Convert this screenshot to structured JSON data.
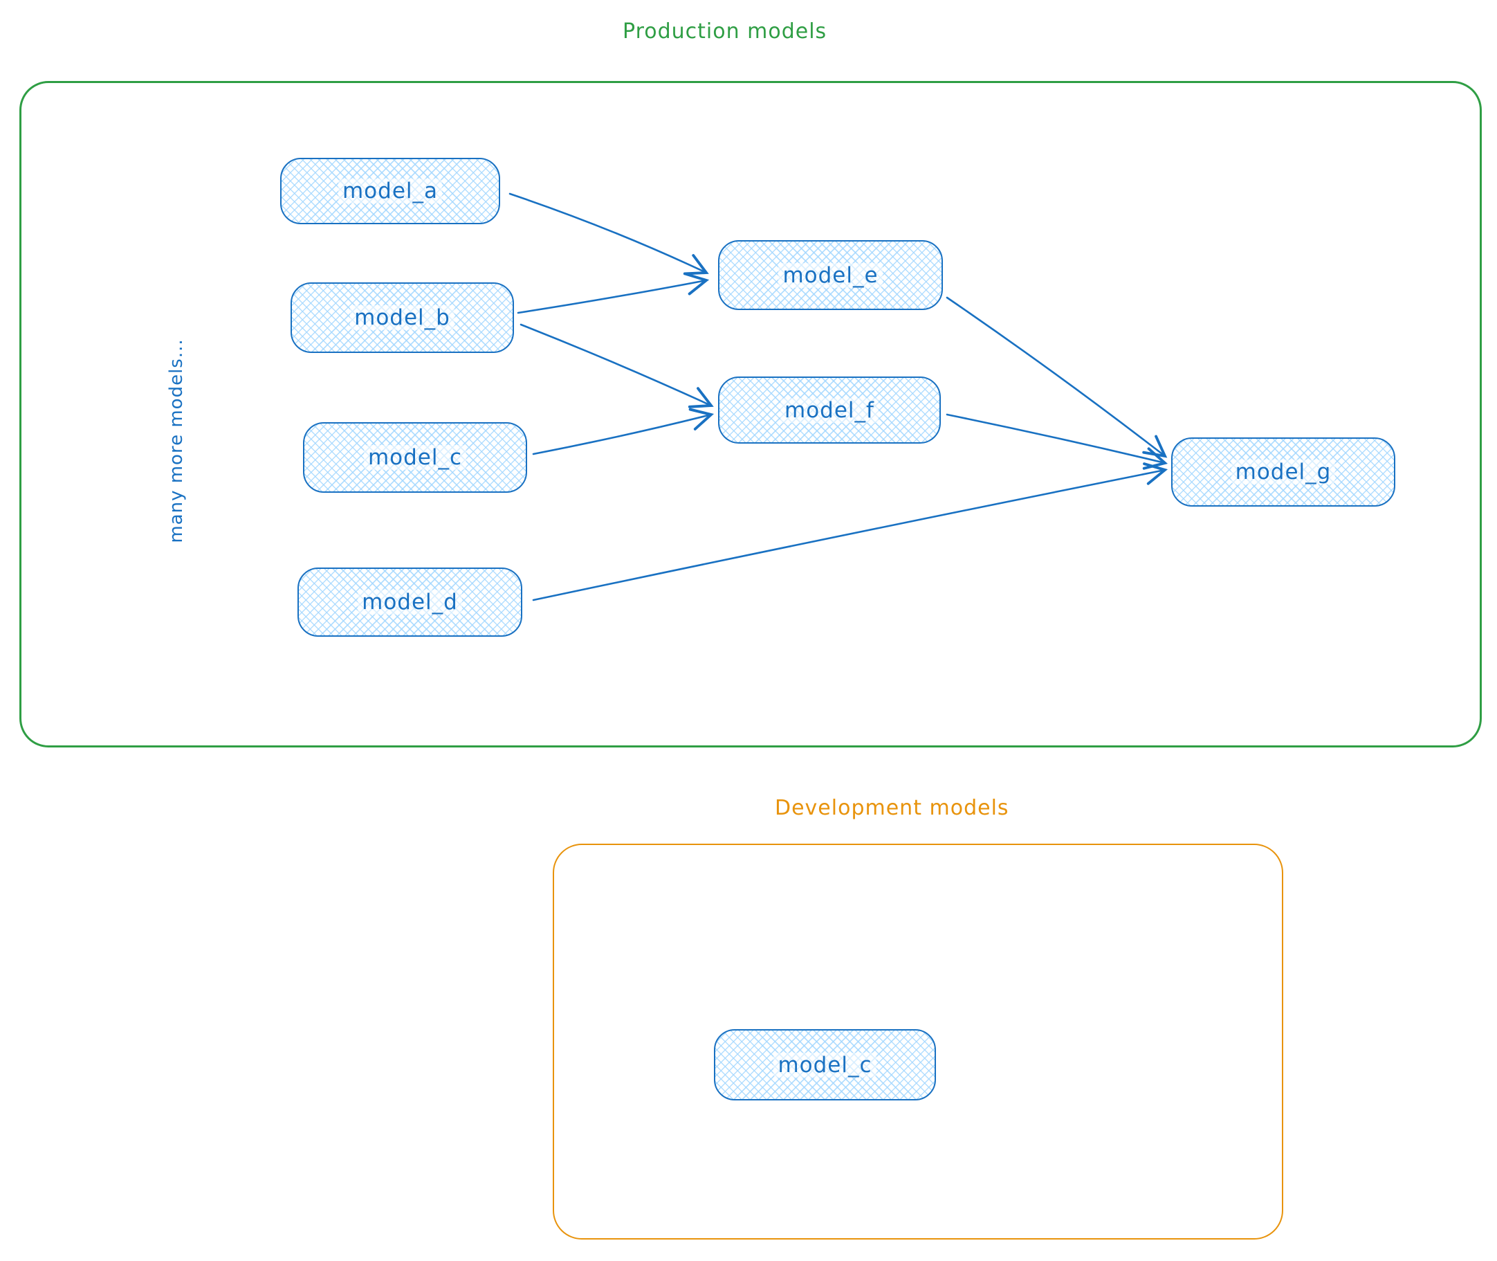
{
  "colors": {
    "node_stroke": "#1971c2",
    "node_fill_hatch": "#a5d8ff",
    "production_frame": "#2f9e44",
    "development_frame": "#e8930c"
  },
  "production": {
    "title": "Production models",
    "side_note": "many more models...",
    "nodes": [
      {
        "id": "model_a",
        "label": "model_a"
      },
      {
        "id": "model_b",
        "label": "model_b"
      },
      {
        "id": "model_c",
        "label": "model_c"
      },
      {
        "id": "model_d",
        "label": "model_d"
      },
      {
        "id": "model_e",
        "label": "model_e"
      },
      {
        "id": "model_f",
        "label": "model_f"
      },
      {
        "id": "model_g",
        "label": "model_g"
      }
    ],
    "edges": [
      {
        "from": "model_a",
        "to": "model_e"
      },
      {
        "from": "model_b",
        "to": "model_e"
      },
      {
        "from": "model_b",
        "to": "model_f"
      },
      {
        "from": "model_c",
        "to": "model_f"
      },
      {
        "from": "model_e",
        "to": "model_g"
      },
      {
        "from": "model_f",
        "to": "model_g"
      },
      {
        "from": "model_d",
        "to": "model_g"
      }
    ]
  },
  "development": {
    "title": "Development models",
    "nodes": [
      {
        "id": "model_c",
        "label": "model_c"
      }
    ]
  }
}
